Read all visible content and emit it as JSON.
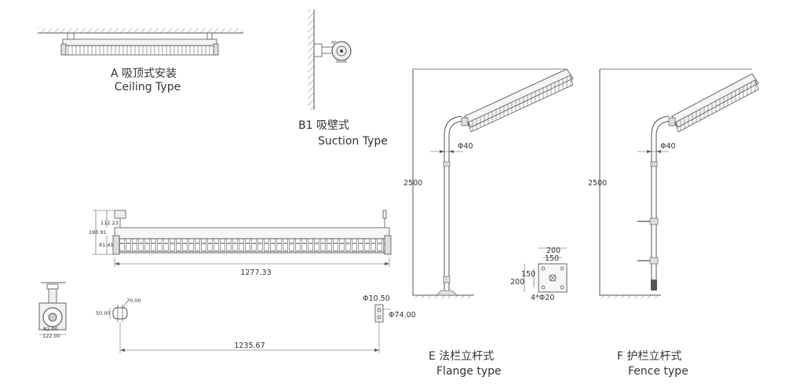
{
  "captions": {
    "a_cn": "A 吸顶式安装",
    "a_en": "Ceiling Type",
    "b1_cn": "B1 吸壁式",
    "b1_en": "Suction Type",
    "e_cn": "E 法栏立杆式",
    "e_en": "Flange type",
    "f_cn": "F 护栏立杆式",
    "f_en": "Fence type"
  },
  "dimensions": {
    "overall_length": "1277.33",
    "mount_spacing": "1235.67",
    "height_total": "193.91",
    "height_top": "112.23",
    "height_bottom": "81.41",
    "bracket_hole": "70.00",
    "bracket_width": "50.00",
    "end_hole": "Φ10.50",
    "end_dia": "Φ74.00",
    "pole_height_e": "2500",
    "pole_dia_e": "Φ40",
    "pole_height_f": "2500",
    "pole_dia_f": "Φ40",
    "flange_outer_w": "200",
    "flange_inner_w": "150",
    "flange_outer_h": "200",
    "flange_inner_h": "150",
    "flange_holes": "4*Φ20",
    "end_view_w1": "82.00",
    "end_view_w2": "122.00"
  }
}
